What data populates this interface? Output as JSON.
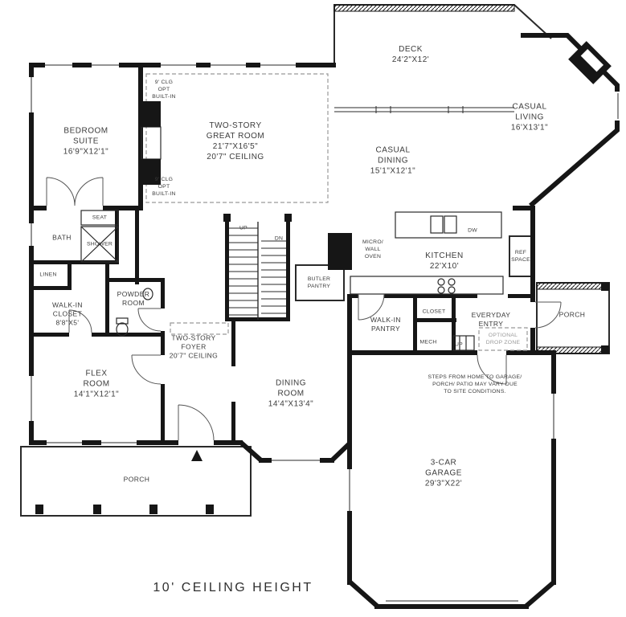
{
  "colors": {
    "wall": "#161616",
    "label_text": "#3b3b3b",
    "muted_text": "#9a9a9a",
    "dashed_line": "#999999",
    "background": "#ffffff"
  },
  "plan": {
    "footer": "10' CEILING HEIGHT",
    "labels": {
      "deck": [
        "DECK",
        "24'2\"X12'"
      ],
      "casual_living": [
        "CASUAL",
        "LIVING",
        "16'X13'1\""
      ],
      "bedroom_suite": [
        "BEDROOM",
        "SUITE",
        "16'9\"X12'1\""
      ],
      "great_room": [
        "TWO-STORY",
        "GREAT ROOM",
        "21'7\"X16'5\"",
        "20'7\" CEILING"
      ],
      "clg_opt_top": [
        "9' CLG",
        "OPT",
        "BUILT-IN"
      ],
      "clg_opt_bottom": [
        "9' CLG",
        "OPT",
        "BUILT-IN"
      ],
      "casual_dining": [
        "CASUAL",
        "DINING",
        "15'1\"X12'1\""
      ],
      "bath": [
        "BATH"
      ],
      "seat": [
        "SEAT"
      ],
      "shower": [
        "SHOWER"
      ],
      "linen": [
        "LINEN"
      ],
      "walk_in_closet": [
        "WALK-IN",
        "CLOSET",
        "8'8\"X5'"
      ],
      "powder_room": [
        "POWDER",
        "ROOM"
      ],
      "up_stairs": [
        "UP"
      ],
      "dn_stairs": [
        "DN"
      ],
      "butler_pantry": [
        "BUTLER",
        "PANTRY"
      ],
      "micro_wall_oven": [
        "MICRO/",
        "WALL",
        "OVEN"
      ],
      "kitchen": [
        "KITCHEN",
        "22'X10'"
      ],
      "dw": [
        "DW"
      ],
      "ref_space": [
        "REF",
        "SPACE"
      ],
      "porch_right": [
        "PORCH"
      ],
      "walk_in_pantry": [
        "WALK-IN",
        "PANTRY"
      ],
      "closet": [
        "CLOSET"
      ],
      "everyday_entry": [
        "EVERYDAY",
        "ENTRY"
      ],
      "mech": [
        "MECH"
      ],
      "up_entry": [
        "UP"
      ],
      "drop_zone": [
        "OPTIONAL",
        "DROP ZONE"
      ],
      "foyer": [
        "TWO-STORY",
        "FOYER",
        "20'7\" CEILING"
      ],
      "dining_room": [
        "DINING",
        "ROOM",
        "14'4\"X13'4\""
      ],
      "flex_room": [
        "FLEX",
        "ROOM",
        "14'1\"X12'1\""
      ],
      "porch_bottom": [
        "PORCH"
      ],
      "steps_note": [
        "STEPS FROM HOME TO GARAGE/",
        "PORCH/ PATIO MAY VARY DUE",
        "TO SITE CONDITIONS."
      ],
      "garage": [
        "3-CAR",
        "GARAGE",
        "29'3\"X22'"
      ]
    }
  }
}
